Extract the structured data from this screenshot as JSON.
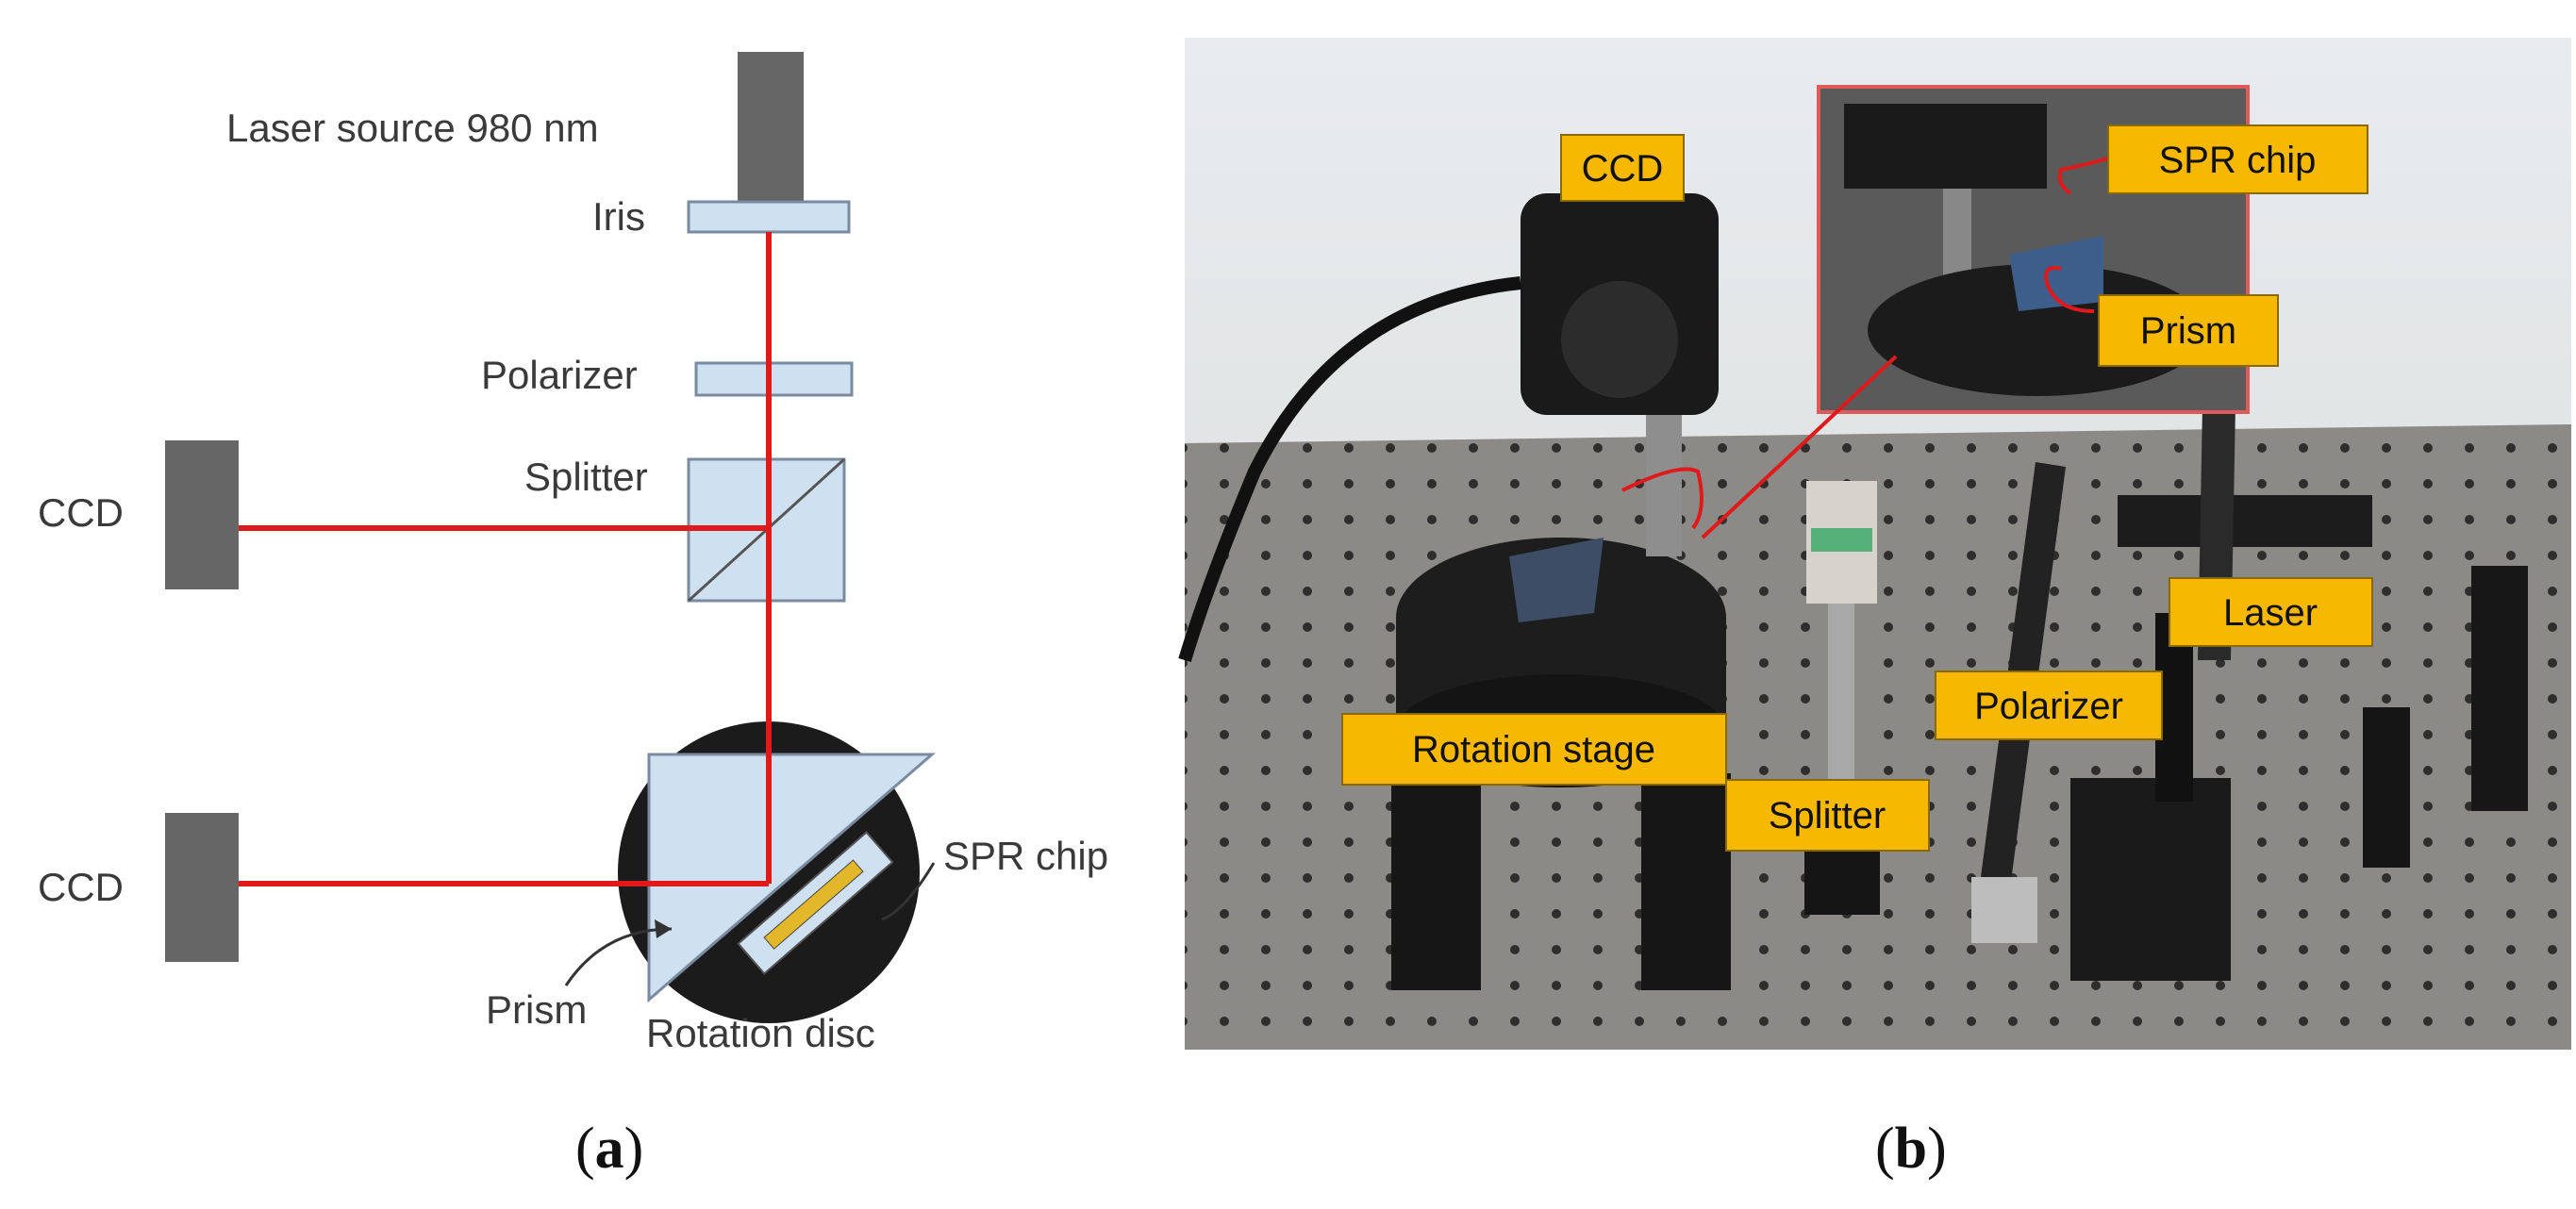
{
  "panel_a": {
    "labels": {
      "laser": "Laser source 980 nm",
      "iris": "Iris",
      "polarizer": "Polarizer",
      "splitter": "Splitter",
      "ccd_top": "CCD",
      "ccd_bottom": "CCD",
      "spr_chip": "SPR chip",
      "prism": "Prism",
      "rotation_disc": "Rotation disc"
    },
    "caption_letter": "a"
  },
  "panel_b": {
    "tags": {
      "ccd": "CCD",
      "spr_chip": "SPR chip",
      "prism": "Prism",
      "laser": "Laser",
      "polarizer": "Polarizer",
      "rotation_stage": "Rotation stage",
      "splitter": "Splitter"
    },
    "caption_letter": "b"
  },
  "colors": {
    "beam": "#e01a1a",
    "component": "#666666",
    "optic_fill": "#cfe0f0",
    "tag": "#f6b800",
    "inset_border": "#e05a5a"
  }
}
